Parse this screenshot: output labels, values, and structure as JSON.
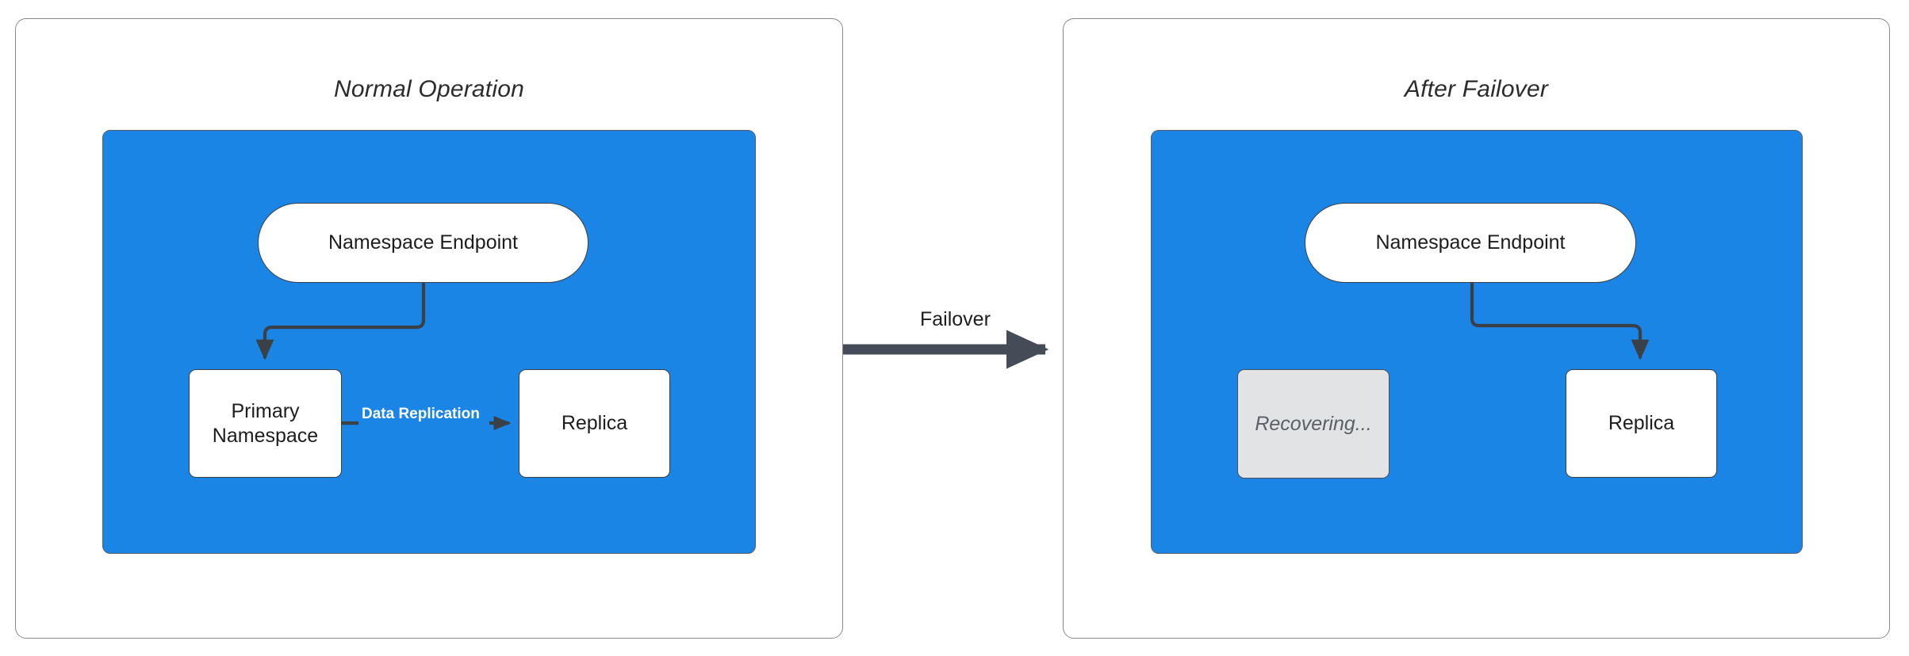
{
  "diagram": {
    "title_left": "Normal Operation",
    "title_right": "After Failover",
    "colors": {
      "region_blue": "#1a85e4",
      "node_white": "#ffffff",
      "node_dim_gray": "#e2e3e5",
      "stroke_dark": "#3b3f46",
      "panel_border": "#8a8a8a",
      "label_white": "#ffffff"
    }
  },
  "left_panel": {
    "title": "Normal Operation",
    "nodes": {
      "endpoint": "Namespace Endpoint",
      "primary": "Primary\nNamespace",
      "primary_line1": "Primary",
      "primary_line2": "Namespace",
      "replica": "Replica"
    },
    "edges": [
      {
        "from": "endpoint",
        "to": "primary",
        "label": "",
        "style": "elbow-arrow"
      },
      {
        "from": "primary",
        "to": "replica",
        "label": "Data Replication",
        "style": "straight-arrow"
      }
    ],
    "edge_labels": {
      "data_replication": "Data Replication"
    }
  },
  "right_panel": {
    "title": "After Failover",
    "nodes": {
      "endpoint": "Namespace Endpoint",
      "recovering": "Recovering...",
      "replica": "Replica"
    },
    "edges": [
      {
        "from": "endpoint",
        "to": "replica",
        "label": "",
        "style": "elbow-arrow"
      }
    ]
  },
  "transition": {
    "label": "Failover",
    "direction": "left-to-right"
  }
}
